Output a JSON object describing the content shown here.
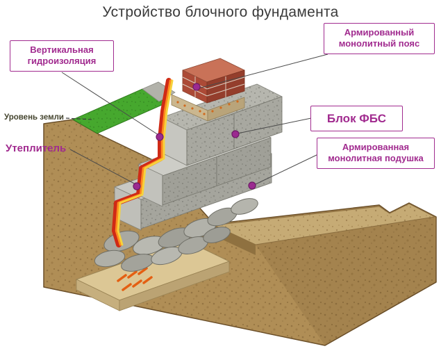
{
  "title": "Устройство блочного фундамента",
  "labels": {
    "vertical_waterproofing": "Вертикальная гидроизоляция",
    "reinforced_monolithic_belt": "Армированный монолитный пояс",
    "ground_level": "Уровень земли",
    "fbs_block": "Блок ФБС",
    "insulation": "Утеплитель",
    "reinforced_monolithic_cushion": "Армированная монолитная подушка"
  },
  "colors": {
    "accent_magenta": "#a12b8f",
    "callout_dot": "#9b2a90",
    "title_text": "#3a3a3a",
    "soil_brown": "#b08e56",
    "inside_ground_tan": "#c6ab75",
    "grass_green": "#46a82e",
    "concrete_gray": "#a8a8a0",
    "brick_red": "#ac4a36",
    "waterproofing_red": "#cf2a16",
    "waterproofing_orange": "#ff8a1e",
    "waterproofing_yellow": "#f6d23c",
    "compaction_hatch_orange": "#e45f12"
  }
}
